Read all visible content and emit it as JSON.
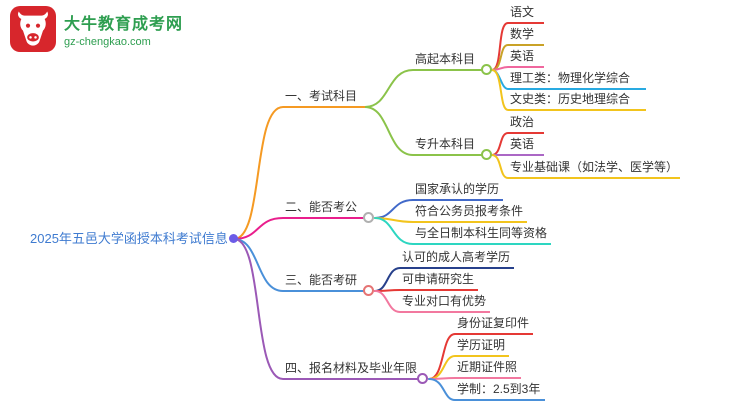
{
  "logo": {
    "site_name": "大牛教育成考网",
    "site_url": "gz-chengkao.com",
    "brand_color": "#d7262c",
    "text_color": "#2e9e50"
  },
  "central": {
    "label": "2025年五邑大学函授本科考试信息",
    "color": "#3f7bd0",
    "dot_color": "#6c5ce7"
  },
  "branches": [
    {
      "label": "一、考试科目",
      "color": "#f59a23",
      "children": [
        {
          "label": "高起本科目",
          "color": "#8bc34a",
          "circle_color": "#8bc34a",
          "children": [
            {
              "label": "语文",
              "color": "#e53935"
            },
            {
              "label": "数学",
              "color": "#c9a227"
            },
            {
              "label": "英语",
              "color": "#f0679e"
            },
            {
              "label": "理工类：物理化学综合",
              "color": "#29aae1"
            },
            {
              "label": "文史类：历史地理综合",
              "color": "#f2c41d"
            }
          ]
        },
        {
          "label": "专升本科目",
          "color": "#8bc34a",
          "circle_color": "#8bc34a",
          "children": [
            {
              "label": "政治",
              "color": "#e53935"
            },
            {
              "label": "英语",
              "color": "#ab67c5"
            },
            {
              "label": "专业基础课（如法学、医学等）",
              "color": "#f2c41d"
            }
          ]
        }
      ]
    },
    {
      "label": "二、能否考公",
      "color": "#e91e8c",
      "circle_color": "#b0b0b0",
      "children": [
        {
          "label": "国家承认的学历",
          "color": "#4169c9"
        },
        {
          "label": "符合公务员报考条件",
          "color": "#f2c41d"
        },
        {
          "label": "与全日制本科生同等资格",
          "color": "#2dd6c1"
        }
      ]
    },
    {
      "label": "三、能否考研",
      "color": "#4a90d9",
      "circle_color": "#e57373",
      "children": [
        {
          "label": "认可的成人高考学历",
          "color": "#27408b"
        },
        {
          "label": "可申请研究生",
          "color": "#e53935"
        },
        {
          "label": "专业对口有优势",
          "color": "#f2789f"
        }
      ]
    },
    {
      "label": "四、报名材料及毕业年限",
      "color": "#9b59b6",
      "circle_color": "#9b59b6",
      "children": [
        {
          "label": "身份证复印件",
          "color": "#e53935"
        },
        {
          "label": "学历证明",
          "color": "#f2c41d"
        },
        {
          "label": "近期证件照",
          "color": "#f2789f"
        },
        {
          "label": "学制：2.5到3年",
          "color": "#4a90d9"
        }
      ]
    }
  ]
}
